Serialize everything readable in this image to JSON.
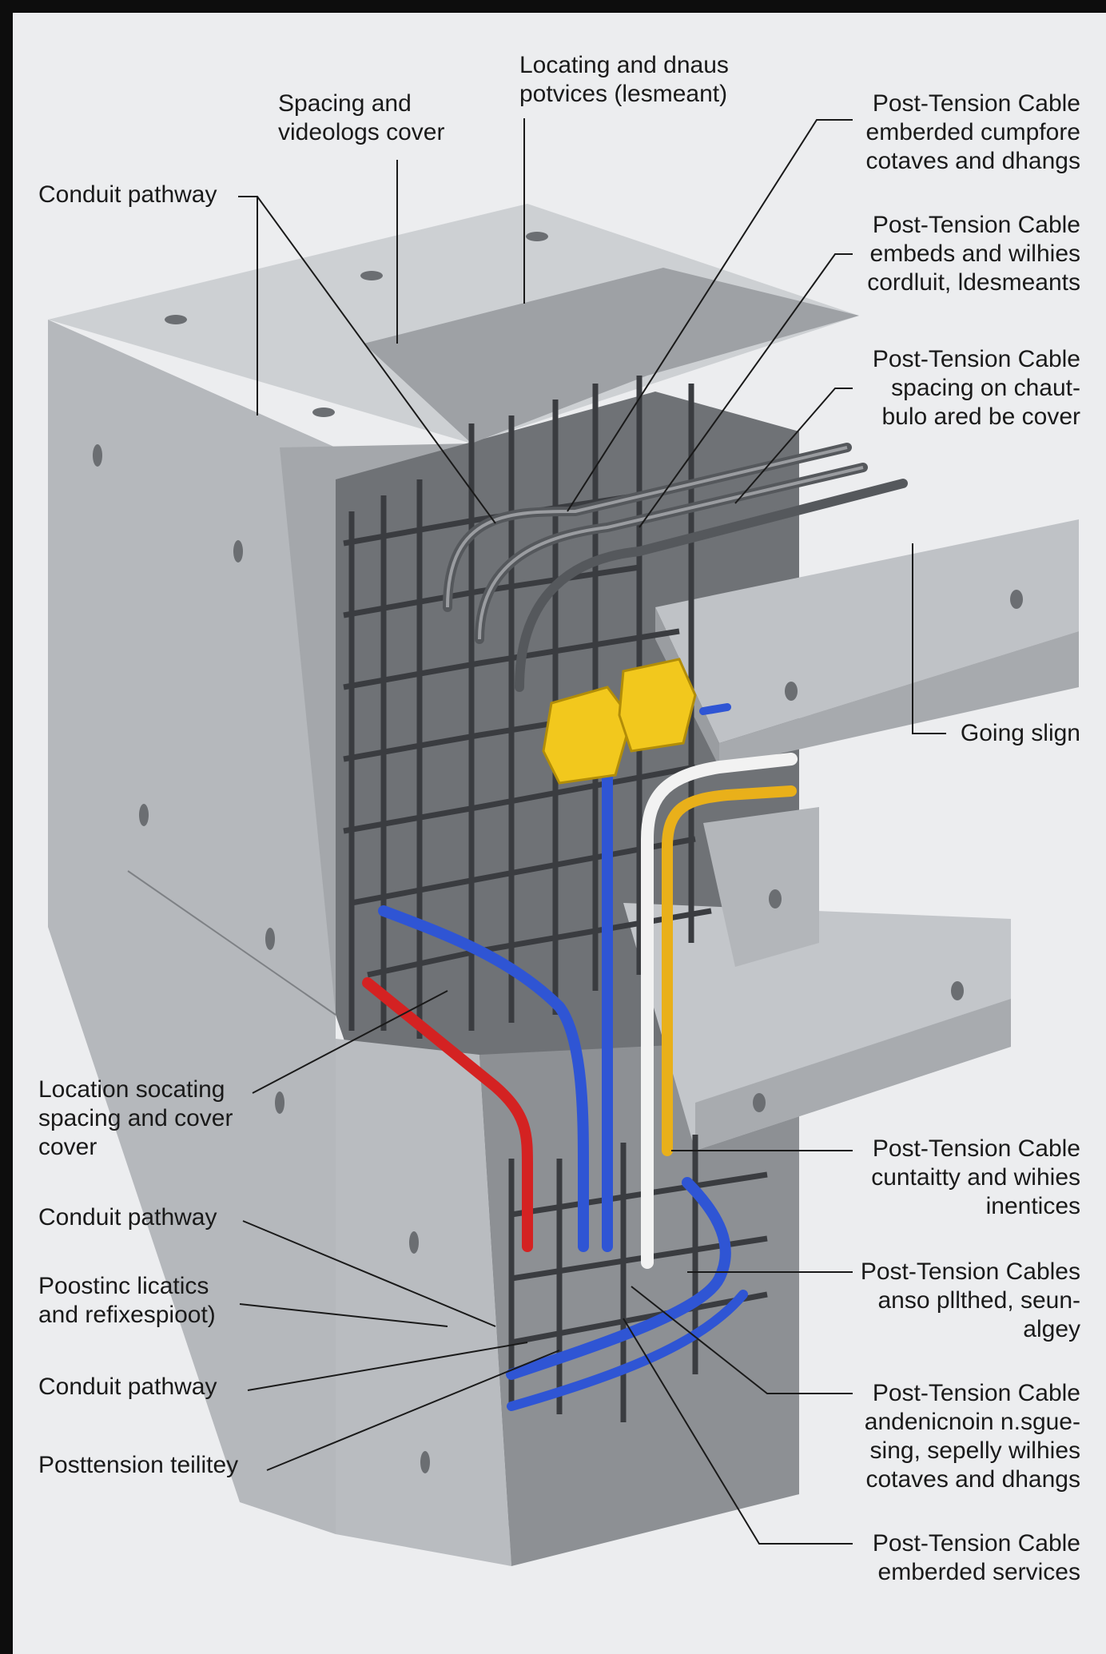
{
  "labels_top": {
    "locating": "Locating and dnaus\npotvices (lesmeant)",
    "spacing_video": "Spacing and\nvideologs cover"
  },
  "labels_left": [
    "Conduit pathway",
    "Location socating\nspacing and cover\ncover",
    "Conduit pathway",
    "Poostinc licatics\nand refixespioot)",
    "Conduit pathway",
    "Posttension teilitey"
  ],
  "labels_right": [
    "Post-Tension Cable\nemberded cumpfore\ncotaves and dhangs",
    "Post-Tension Cable\nembeds and wilhies\ncordluit, ldesmeants",
    "Post-Tension Cable\nspacing on chaut-\nbulo ared be cover",
    "Going slign",
    "Post-Tension Cable\ncuntaitty and wihies\ninentices",
    "Post-Tension Cables\nanso pllthed, seun-\nalgey",
    "Post-Tension Cable\nandenicnoin n.sgue-\nsing, sepelly wilhies\ncotaves and dhangs",
    "Post-Tension Cable\nemberded services"
  ],
  "colors": {
    "concrete_light": "#c4c6c9",
    "concrete_mid": "#a9acb0",
    "concrete_dark": "#8e9195",
    "rebar": "#3a3c40",
    "conduit_blue": "#2f55d4",
    "conduit_red": "#d42222",
    "conduit_yellow": "#e9b01a",
    "conduit_white": "#f2f2f2",
    "junction_box": "#f2c81d"
  }
}
